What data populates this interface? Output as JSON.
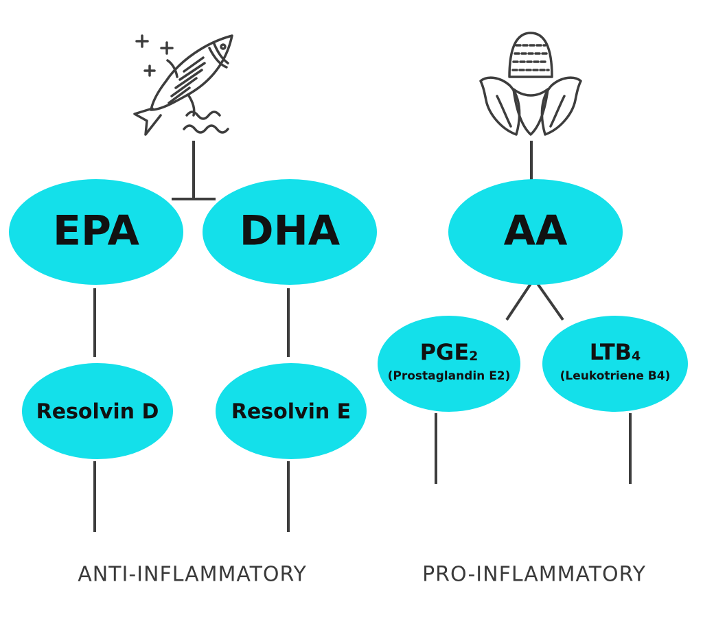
{
  "colors": {
    "node_fill": "#14e0ea",
    "line": "#3d3d3d",
    "text": "#111111",
    "caption": "#3a3a3a"
  },
  "icons": {
    "fish": "fish-icon",
    "corn": "corn-icon"
  },
  "nodes": {
    "epa": "EPA",
    "dha": "DHA",
    "aa": "AA",
    "resolvin_d": "Resolvin D",
    "resolvin_e": "Resolvin E",
    "pge2": {
      "main": "PGE",
      "sub": "2",
      "full": "(Prostaglandin E2)"
    },
    "ltb4": {
      "main": "LTB",
      "sub": "4",
      "full": "(Leukotriene B4)"
    }
  },
  "captions": {
    "left": "ANTI-INFLAMMATORY",
    "right": "PRO-INFLAMMATORY"
  }
}
